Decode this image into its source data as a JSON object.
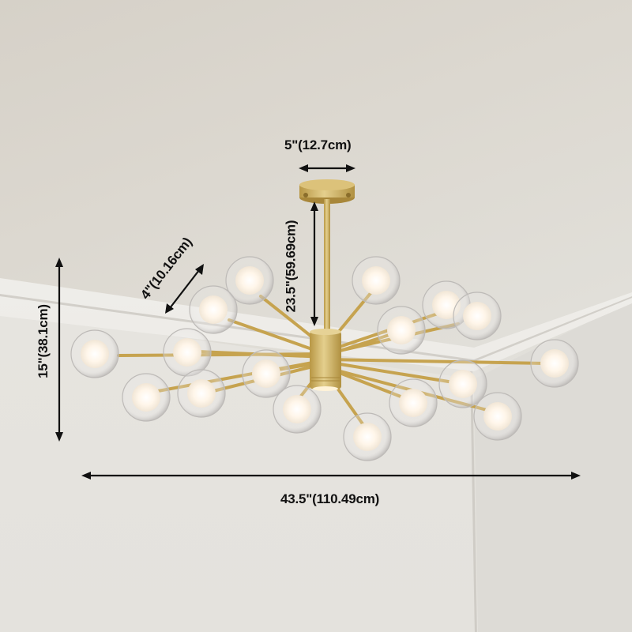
{
  "image": {
    "subject": "Gold sputnik chandelier with glass globe shades",
    "background_colors": {
      "ceiling": "#dcd8d0",
      "wall": "#e4e2dd",
      "molding": "#f0eeea"
    },
    "fixture_colors": {
      "brass": "#c9a957",
      "brass_dark": "#a8873a",
      "glass_rim": "#c8c6c4",
      "bulb_glow": "#fff8ee"
    }
  },
  "dimensions": {
    "canopy_diameter": {
      "label": "5\"(12.7cm)"
    },
    "globe_diameter": {
      "label": "4\"(10.16cm)"
    },
    "rod_length": {
      "label": "23.5\"(59.69cm)"
    },
    "height": {
      "label": "15\"(38.1cm)"
    },
    "width": {
      "label": "43.5\"(110.49cm)"
    }
  }
}
